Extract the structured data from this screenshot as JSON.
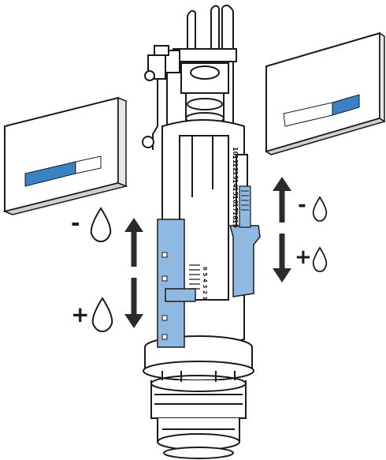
{
  "colors": {
    "accent_blue": "#3b82c4",
    "light_blue": "#8fb9e0",
    "line": "#1a1a1a",
    "arrow": "#2b2b2b",
    "plate_bg": "#ffffff"
  },
  "left_adjust": {
    "minus": "-",
    "plus": "+"
  },
  "right_adjust": {
    "minus": "-",
    "plus": "+"
  },
  "right_scale": [
    "10",
    "11",
    "12",
    "13",
    "14",
    "15",
    "16",
    "17",
    "18",
    "19"
  ],
  "left_scale": [
    "1",
    "2",
    "3",
    "4",
    "5",
    "6"
  ],
  "icons": {
    "drop": "water-drop-icon",
    "arrow": "double-arrow-icon",
    "plate": "flush-plate-icon"
  }
}
